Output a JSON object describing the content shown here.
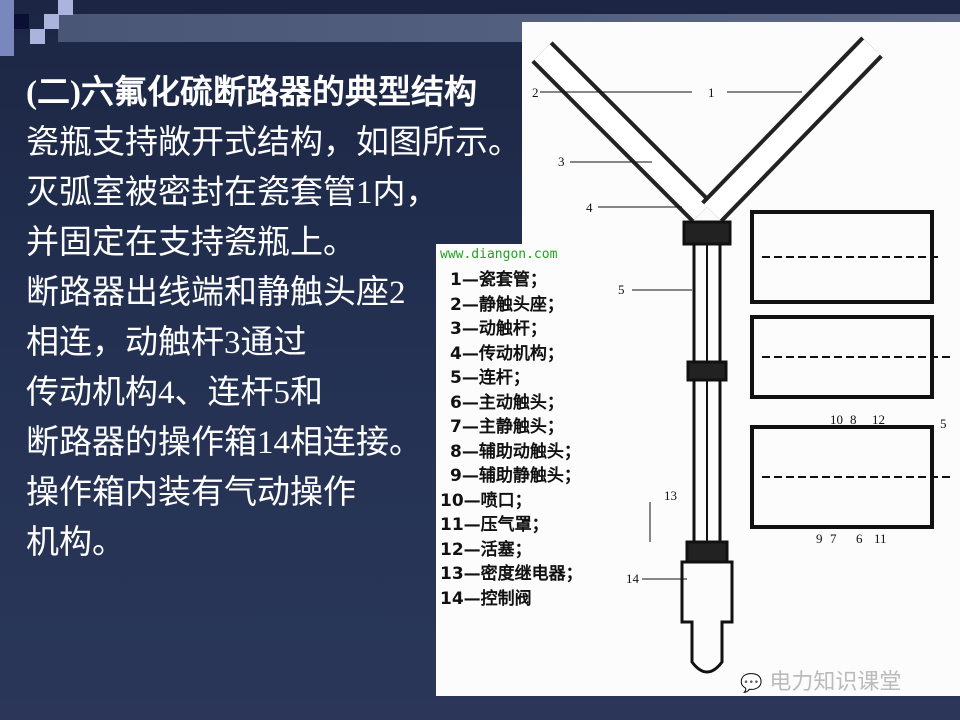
{
  "slide": {
    "lines": [
      "(二)六氟化硫断路器的典型结构",
      "瓷瓶支持敞开式结构，如图所示。",
      "灭弧室被密封在瓷套管1内，",
      "并固定在支持瓷瓶上。",
      "断路器出线端和静触头座2",
      "相连，动触杆3通过",
      "传动机构4、连杆5和",
      "断路器的操作箱14相连接。",
      "操作箱内装有气动操作",
      "机构。"
    ]
  },
  "figure": {
    "legend": [
      "1—瓷套管；",
      "2—静触头座；",
      "3—动触杆；",
      "4—传动机构；",
      "5—连杆；",
      "6—主动触头；",
      "7—主静触头；",
      "8—辅助动触头；",
      "9—辅助静触头；",
      "10—喷口；",
      "11—压气罩；",
      "12—活塞；",
      "13—密度继电器；",
      "14—控制阀"
    ],
    "callouts": [
      "1",
      "2",
      "3",
      "4",
      "5",
      "13",
      "14",
      "10",
      "8",
      "12",
      "5",
      "9",
      "7",
      "6",
      "11"
    ],
    "watermark": "www.diangon.com",
    "brand": "电力知识课堂"
  },
  "colors": {
    "background": "#1f2a48",
    "text": "#ffffff",
    "panel": "#fcfcfc",
    "watermark": "#1fa31f"
  }
}
